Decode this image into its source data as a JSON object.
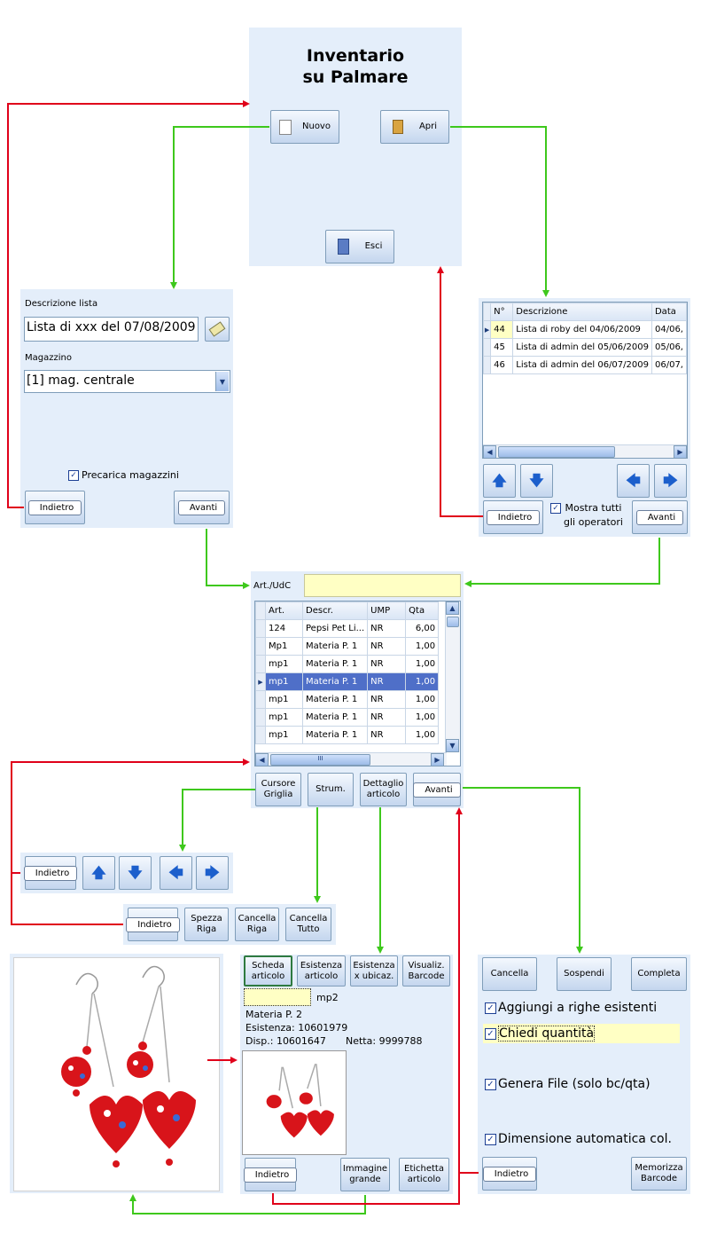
{
  "home": {
    "title": "Inventario\nsu Palmare",
    "new_label": "Nuovo",
    "open_label": "Apri",
    "exit_label": "Esci"
  },
  "new_list": {
    "desc_label": "Descrizione lista",
    "desc_value": "Lista di xxx del 07/08/2009",
    "warehouse_label": "Magazzino",
    "warehouse_value": "[1] mag. centrale",
    "preload_label": "Precarica magazzini",
    "back_label": "Indietro",
    "next_label": "Avanti"
  },
  "open_list": {
    "columns": [
      "N°",
      "Descrizione",
      "Data"
    ],
    "rows": [
      {
        "n": "44",
        "desc": "Lista di roby del 04/06/2009",
        "date": "04/06,"
      },
      {
        "n": "45",
        "desc": "Lista di admin del 05/06/2009",
        "date": "05/06,"
      },
      {
        "n": "46",
        "desc": "Lista di admin del 06/07/2009",
        "date": "06/07,"
      }
    ],
    "back_label": "Indietro",
    "show_all_label": "Mostra tutti\ngli operatori",
    "next_label": "Avanti"
  },
  "entry": {
    "art_label": "Art./UdC",
    "columns": [
      "Art.",
      "Descr.",
      "UMP",
      "Qta"
    ],
    "rows": [
      {
        "art": "124",
        "descr": "Pepsi Pet Li...",
        "ump": "NR",
        "qta": "6,00"
      },
      {
        "art": "Mp1",
        "descr": "Materia P. 1",
        "ump": "NR",
        "qta": "1,00"
      },
      {
        "art": "mp1",
        "descr": "Materia P. 1",
        "ump": "NR",
        "qta": "1,00"
      },
      {
        "art": "mp1",
        "descr": "Materia P. 1",
        "ump": "NR",
        "qta": "1,00"
      },
      {
        "art": "mp1",
        "descr": "Materia P. 1",
        "ump": "NR",
        "qta": "1,00"
      },
      {
        "art": "mp1",
        "descr": "Materia P. 1",
        "ump": "NR",
        "qta": "1,00"
      },
      {
        "art": "mp1",
        "descr": "Materia P. 1",
        "ump": "NR",
        "qta": "1,00"
      }
    ],
    "selected_row": 3,
    "scroll_thumb": "III",
    "btn_cursor": "Cursore\nGriglia",
    "btn_tools": "Strum.",
    "btn_detail": "Dettaglio\narticolo",
    "btn_next": "Avanti"
  },
  "cursor_bar": {
    "back_label": "Indietro"
  },
  "tools_bar": {
    "back_label": "Indietro",
    "split": "Spezza\nRiga",
    "delete_row": "Cancella\nRiga",
    "delete_all": "Cancella\nTutto"
  },
  "detail": {
    "tab_card": "Scheda\narticolo",
    "tab_stock": "Esistenza\narticolo",
    "tab_loc": "Esistenza\nx ubicaz.",
    "tab_barcode": "Visualiz.\nBarcode",
    "code": "mp2",
    "name": "Materia P. 2",
    "stock": "Esistenza: 10601979",
    "avail": "Disp.: 10601647",
    "net": "Netta: 9999788",
    "back_label": "Indietro",
    "big_image": "Immagine\ngrande",
    "label_btn": "Etichetta\narticolo"
  },
  "finish": {
    "delete": "Cancella",
    "suspend": "Sospendi",
    "complete": "Completa",
    "opt1": "Aggiungi a righe esistenti",
    "opt2": "Chiedi quantità",
    "opt3": "Genera File (solo bc/qta)",
    "opt4": "Dimensione automatica col.",
    "back_label": "Indietro",
    "save_barcode": "Memorizza\nBarcode"
  },
  "colors": {
    "panel": "#e4eefa",
    "red_arrow": "#e0001a",
    "green_arrow": "#3ec81c",
    "highlight": "#ffffc4"
  }
}
